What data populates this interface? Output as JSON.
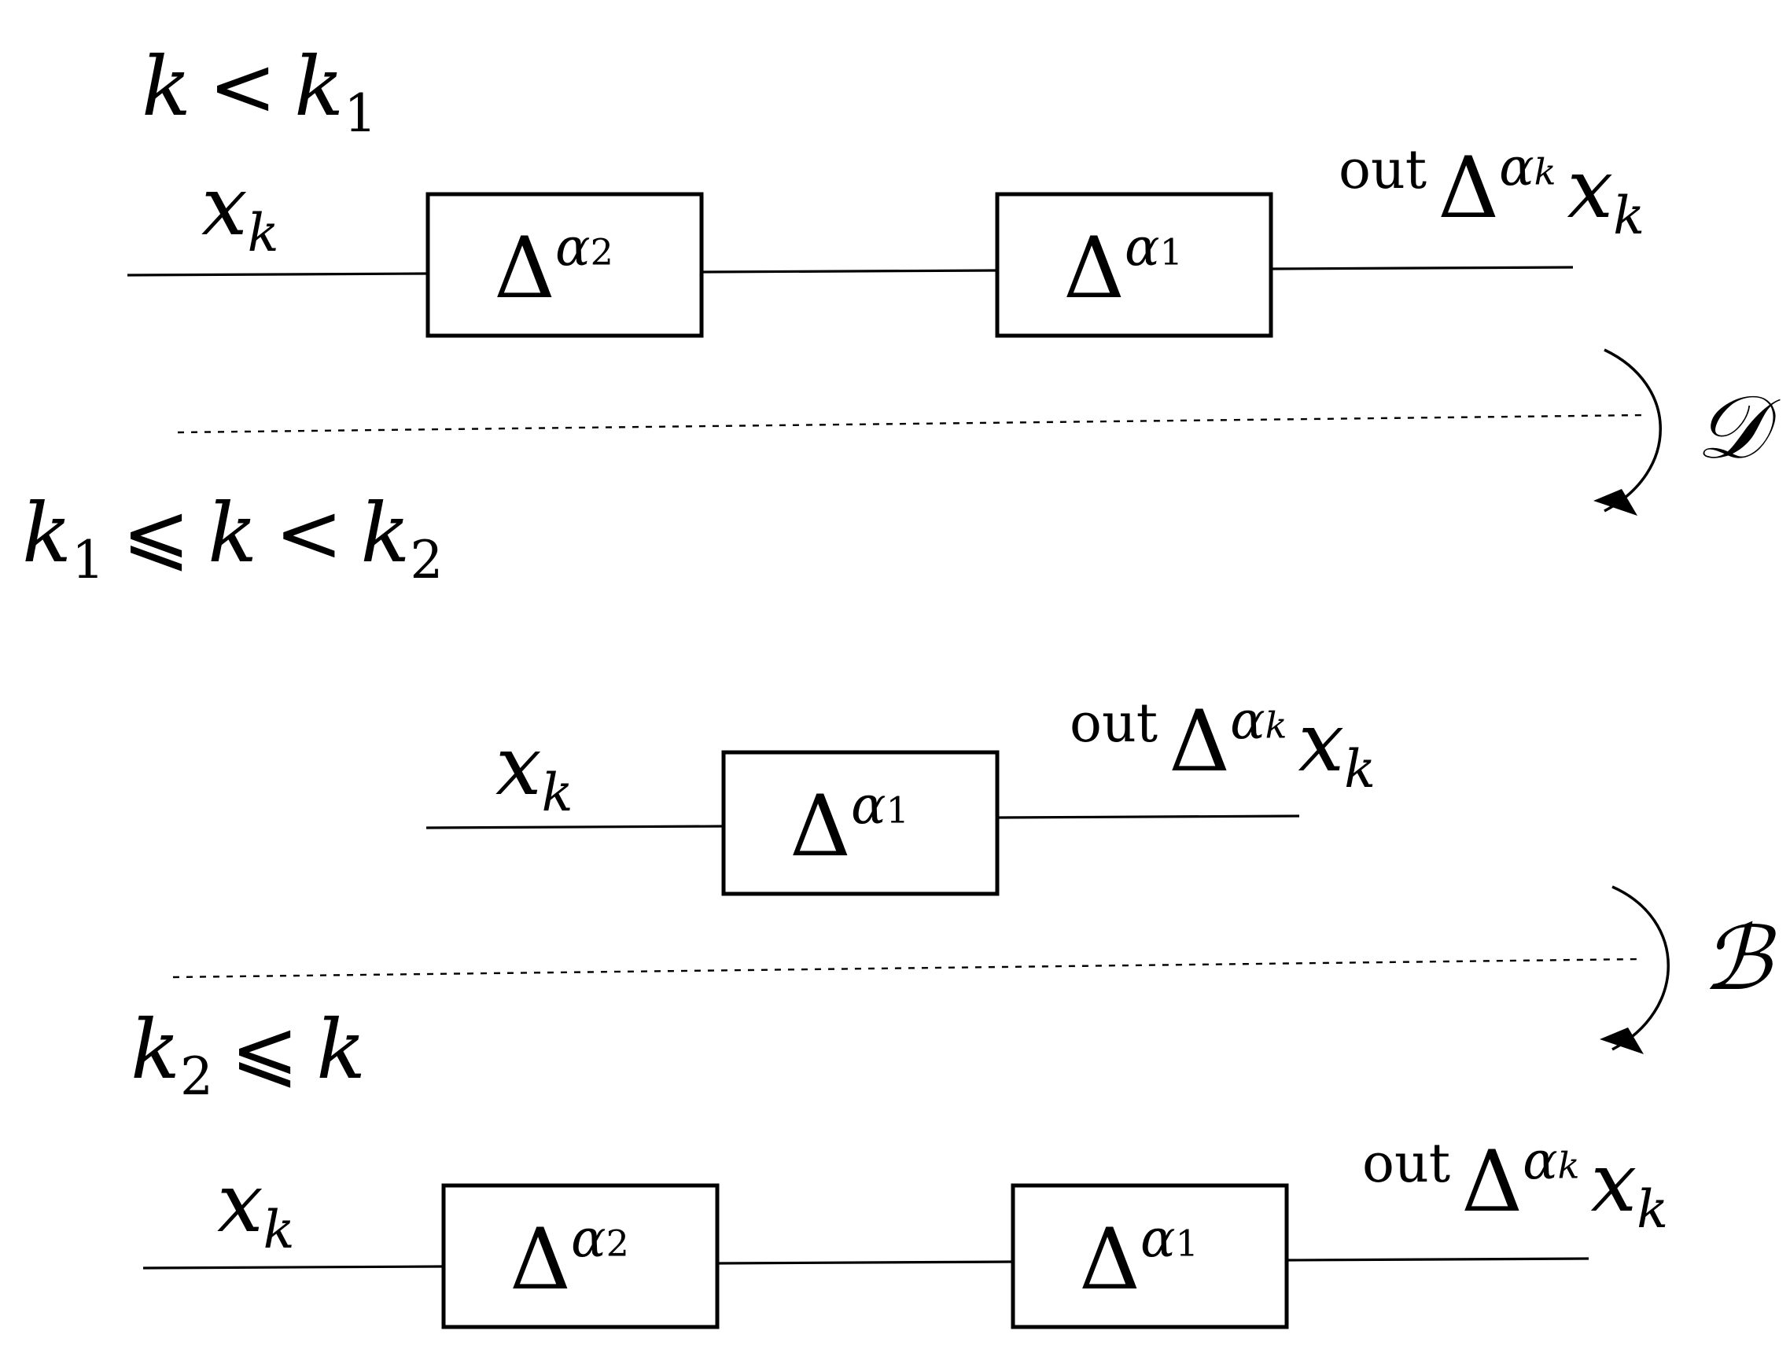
{
  "sections": [
    {
      "condition": {
        "parts": [
          "k",
          "<",
          "k",
          "1"
        ]
      }
    },
    {
      "condition": {
        "parts": [
          "k",
          "1",
          "⩽",
          "k",
          "<",
          "k",
          "2"
        ]
      }
    },
    {
      "condition": {
        "parts": [
          "k",
          "2",
          "⩽",
          "k"
        ]
      }
    }
  ],
  "input_label": {
    "var": "x",
    "sub": "k"
  },
  "output_label": {
    "out": "out",
    "delta": "Δ",
    "sup": "α",
    "supsub": "k",
    "var": "x",
    "sub": "k"
  },
  "boxes": {
    "alpha2": {
      "delta": "Δ",
      "sup": "α",
      "subnum": "2"
    },
    "alpha1": {
      "delta": "Δ",
      "sup": "α",
      "subnum": "1"
    }
  },
  "transitions": [
    {
      "name": "𝒟"
    },
    {
      "name": "ℬ"
    }
  ]
}
